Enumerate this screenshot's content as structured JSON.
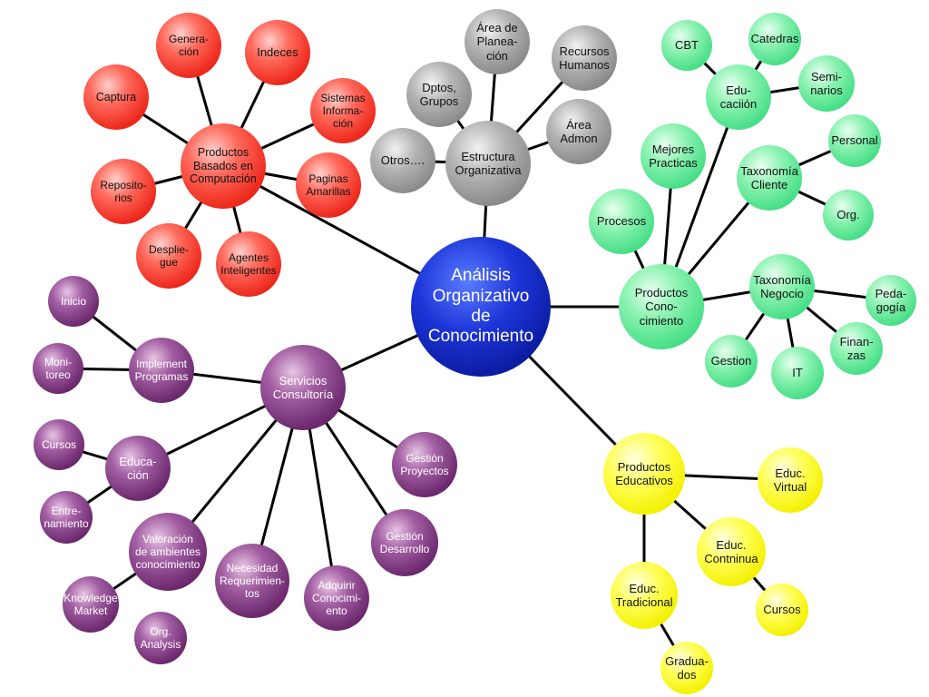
{
  "colors": {
    "red": "#ee2a1e",
    "grey": "#8a8a8a",
    "green": "#45de86",
    "purple": "#6e2a6e",
    "yellow": "#f4f000",
    "blue": "#0a1a9e",
    "line": "#000000"
  },
  "nodes": [
    {
      "id": "center",
      "label": "Análisis\nOrganizativo\nde\nConocimiento"
    },
    {
      "id": "productos-computacion",
      "label": "Productos\nBasados en\nComputación"
    },
    {
      "id": "generacion",
      "label": "Genera-\nción"
    },
    {
      "id": "indeces",
      "label": "Indeces"
    },
    {
      "id": "captura",
      "label": "Captura"
    },
    {
      "id": "sistemas-informacion",
      "label": "Sistemas\nInforma-\nción"
    },
    {
      "id": "paginas-amarillas",
      "label": "Paginas\nAmarillas"
    },
    {
      "id": "repositorios",
      "label": "Reposito-\nrios"
    },
    {
      "id": "despliegue",
      "label": "Desplie-\ngue"
    },
    {
      "id": "agentes-inteligentes",
      "label": "Agentes\nInteligentes"
    },
    {
      "id": "estructura-organizativa",
      "label": "Estructura\nOrganizativa"
    },
    {
      "id": "area-planeacion",
      "label": "Área de\nPlanea-\nción"
    },
    {
      "id": "recursos-humanos",
      "label": "Recursos\nHumanos"
    },
    {
      "id": "dptos-grupos",
      "label": "Dptos,\nGrupos"
    },
    {
      "id": "area-admon",
      "label": "Área\nAdmon"
    },
    {
      "id": "otros",
      "label": "Otros…."
    },
    {
      "id": "productos-conocimiento",
      "label": "Productos\nCono-\ncimiento"
    },
    {
      "id": "educacion-green",
      "label": "Edu-\ncaciión"
    },
    {
      "id": "cbt",
      "label": "CBT"
    },
    {
      "id": "catedras",
      "label": "Catedras"
    },
    {
      "id": "seminarios",
      "label": "Semi-\nnarios"
    },
    {
      "id": "mejores-practicas",
      "label": "Mejores\nPracticas"
    },
    {
      "id": "taxonomia-cliente",
      "label": "Taxonomía\nCliente"
    },
    {
      "id": "personal",
      "label": "Personal"
    },
    {
      "id": "org",
      "label": "Org."
    },
    {
      "id": "procesos",
      "label": "Procesos"
    },
    {
      "id": "taxonomia-negocio",
      "label": "Taxonomía\nNegocio"
    },
    {
      "id": "pedagogia",
      "label": "Peda-\ngogía"
    },
    {
      "id": "finanzas",
      "label": "Finan-\nzas"
    },
    {
      "id": "gestion",
      "label": "Gestion"
    },
    {
      "id": "it",
      "label": "IT"
    },
    {
      "id": "servicios-consultoria",
      "label": "Servicios\nConsultoría"
    },
    {
      "id": "implement-programas",
      "label": "Implement\nProgramas"
    },
    {
      "id": "inicio",
      "label": "Inicio"
    },
    {
      "id": "monitoreo",
      "label": "Moni-\ntoreo"
    },
    {
      "id": "educacion-purple",
      "label": "Educa-\nción"
    },
    {
      "id": "cursos-purple",
      "label": "Cursos"
    },
    {
      "id": "entrenamiento",
      "label": "Entre-\nnamiento"
    },
    {
      "id": "valoracion",
      "label": "Valoración\nde ambientes\nconocimiento"
    },
    {
      "id": "knowledge-market",
      "label": "Knowledge\nMarket"
    },
    {
      "id": "org-analysis",
      "label": "Org.\nAnalysis"
    },
    {
      "id": "necesidad-requerimientos",
      "label": "Necesidad\nRequerimien-\ntos"
    },
    {
      "id": "adquirir-conocimiento",
      "label": "Adquirir\nConocimi-\nento"
    },
    {
      "id": "gestion-desarrollo",
      "label": "Gestión\nDesarrollo"
    },
    {
      "id": "gestion-proyectos",
      "label": "Gestión\nProyectos"
    },
    {
      "id": "productos-educativos",
      "label": "Productos\nEducativos"
    },
    {
      "id": "educ-virtual",
      "label": "Educ.\nVirtual"
    },
    {
      "id": "educ-continua",
      "label": "Educ.\nContninua"
    },
    {
      "id": "cursos-yellow",
      "label": "Cursos"
    },
    {
      "id": "educ-tradicional",
      "label": "Educ.\nTradicional"
    },
    {
      "id": "graduados",
      "label": "Gradua-\ndos"
    }
  ],
  "edges": [
    [
      "center",
      "productos-computacion"
    ],
    [
      "center",
      "estructura-organizativa"
    ],
    [
      "center",
      "productos-conocimiento"
    ],
    [
      "center",
      "servicios-consultoria"
    ],
    [
      "center",
      "productos-educativos"
    ],
    [
      "productos-computacion",
      "generacion"
    ],
    [
      "productos-computacion",
      "indeces"
    ],
    [
      "productos-computacion",
      "captura"
    ],
    [
      "productos-computacion",
      "sistemas-informacion"
    ],
    [
      "productos-computacion",
      "paginas-amarillas"
    ],
    [
      "productos-computacion",
      "repositorios"
    ],
    [
      "productos-computacion",
      "despliegue"
    ],
    [
      "productos-computacion",
      "agentes-inteligentes"
    ],
    [
      "estructura-organizativa",
      "area-planeacion"
    ],
    [
      "estructura-organizativa",
      "recursos-humanos"
    ],
    [
      "estructura-organizativa",
      "dptos-grupos"
    ],
    [
      "estructura-organizativa",
      "area-admon"
    ],
    [
      "estructura-organizativa",
      "otros"
    ],
    [
      "productos-conocimiento",
      "educacion-green"
    ],
    [
      "educacion-green",
      "cbt"
    ],
    [
      "educacion-green",
      "catedras"
    ],
    [
      "educacion-green",
      "seminarios"
    ],
    [
      "productos-conocimiento",
      "mejores-practicas"
    ],
    [
      "productos-conocimiento",
      "taxonomia-cliente"
    ],
    [
      "taxonomia-cliente",
      "personal"
    ],
    [
      "taxonomia-cliente",
      "org"
    ],
    [
      "productos-conocimiento",
      "procesos"
    ],
    [
      "productos-conocimiento",
      "taxonomia-negocio"
    ],
    [
      "taxonomia-negocio",
      "pedagogia"
    ],
    [
      "taxonomia-negocio",
      "finanzas"
    ],
    [
      "taxonomia-negocio",
      "gestion"
    ],
    [
      "taxonomia-negocio",
      "it"
    ],
    [
      "servicios-consultoria",
      "implement-programas"
    ],
    [
      "implement-programas",
      "inicio"
    ],
    [
      "implement-programas",
      "monitoreo"
    ],
    [
      "servicios-consultoria",
      "educacion-purple"
    ],
    [
      "educacion-purple",
      "cursos-purple"
    ],
    [
      "educacion-purple",
      "entrenamiento"
    ],
    [
      "servicios-consultoria",
      "valoracion"
    ],
    [
      "valoracion",
      "knowledge-market"
    ],
    [
      "servicios-consultoria",
      "necesidad-requerimientos"
    ],
    [
      "servicios-consultoria",
      "adquirir-conocimiento"
    ],
    [
      "servicios-consultoria",
      "gestion-desarrollo"
    ],
    [
      "servicios-consultoria",
      "gestion-proyectos"
    ],
    [
      "productos-educativos",
      "educ-virtual"
    ],
    [
      "productos-educativos",
      "educ-continua"
    ],
    [
      "educ-continua",
      "cursos-yellow"
    ],
    [
      "productos-educativos",
      "educ-tradicional"
    ],
    [
      "educ-tradicional",
      "graduados"
    ]
  ]
}
